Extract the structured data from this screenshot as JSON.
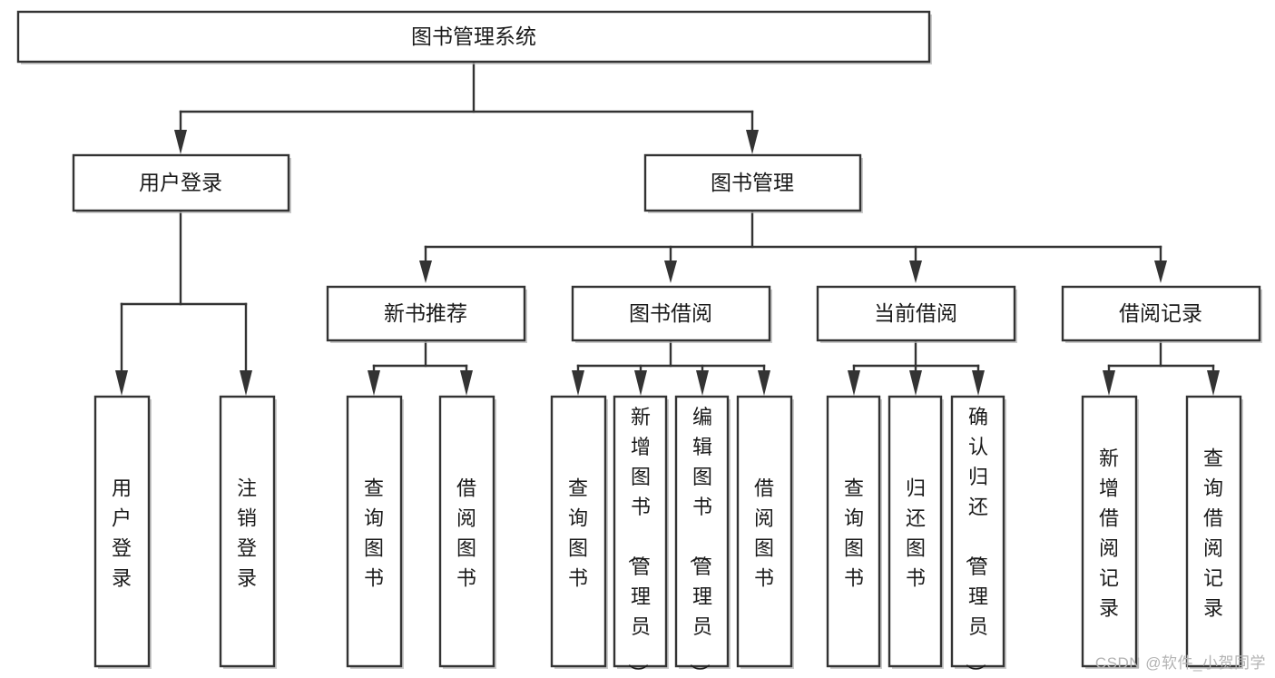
{
  "diagram": {
    "type": "tree",
    "title": "图书管理系统",
    "watermark": "CSDN @软件_小贺同学",
    "colors": {
      "box_stroke": "#333333",
      "box_fill": "#ffffff",
      "edge": "#333333",
      "text": "#1a1a1a",
      "watermark": "#b3b3b3",
      "background": "#ffffff"
    },
    "nodes": {
      "root": {
        "label": "图书管理系统"
      },
      "level2": [
        {
          "label": "用户登录"
        },
        {
          "label": "图书管理"
        }
      ],
      "level3": [
        {
          "label": "新书推荐"
        },
        {
          "label": "图书借阅"
        },
        {
          "label": "当前借阅"
        },
        {
          "label": "借阅记录"
        }
      ],
      "leaves": {
        "user_login": [
          {
            "label": "用户登录"
          },
          {
            "label": "注销登录"
          }
        ],
        "new_book": [
          {
            "label": "查询图书"
          },
          {
            "label": "借阅图书"
          }
        ],
        "book_borrow": [
          {
            "label": "查询图书"
          },
          {
            "label": "新增图书（管理员）"
          },
          {
            "label": "编辑图书（管理员）"
          },
          {
            "label": "借阅图书"
          }
        ],
        "current_borrow": [
          {
            "label": "查询图书"
          },
          {
            "label": "归还图书"
          },
          {
            "label": "确认归还（管理员）"
          }
        ],
        "borrow_record": [
          {
            "label": "新增借阅记录"
          },
          {
            "label": "查询借阅记录"
          }
        ]
      }
    }
  }
}
